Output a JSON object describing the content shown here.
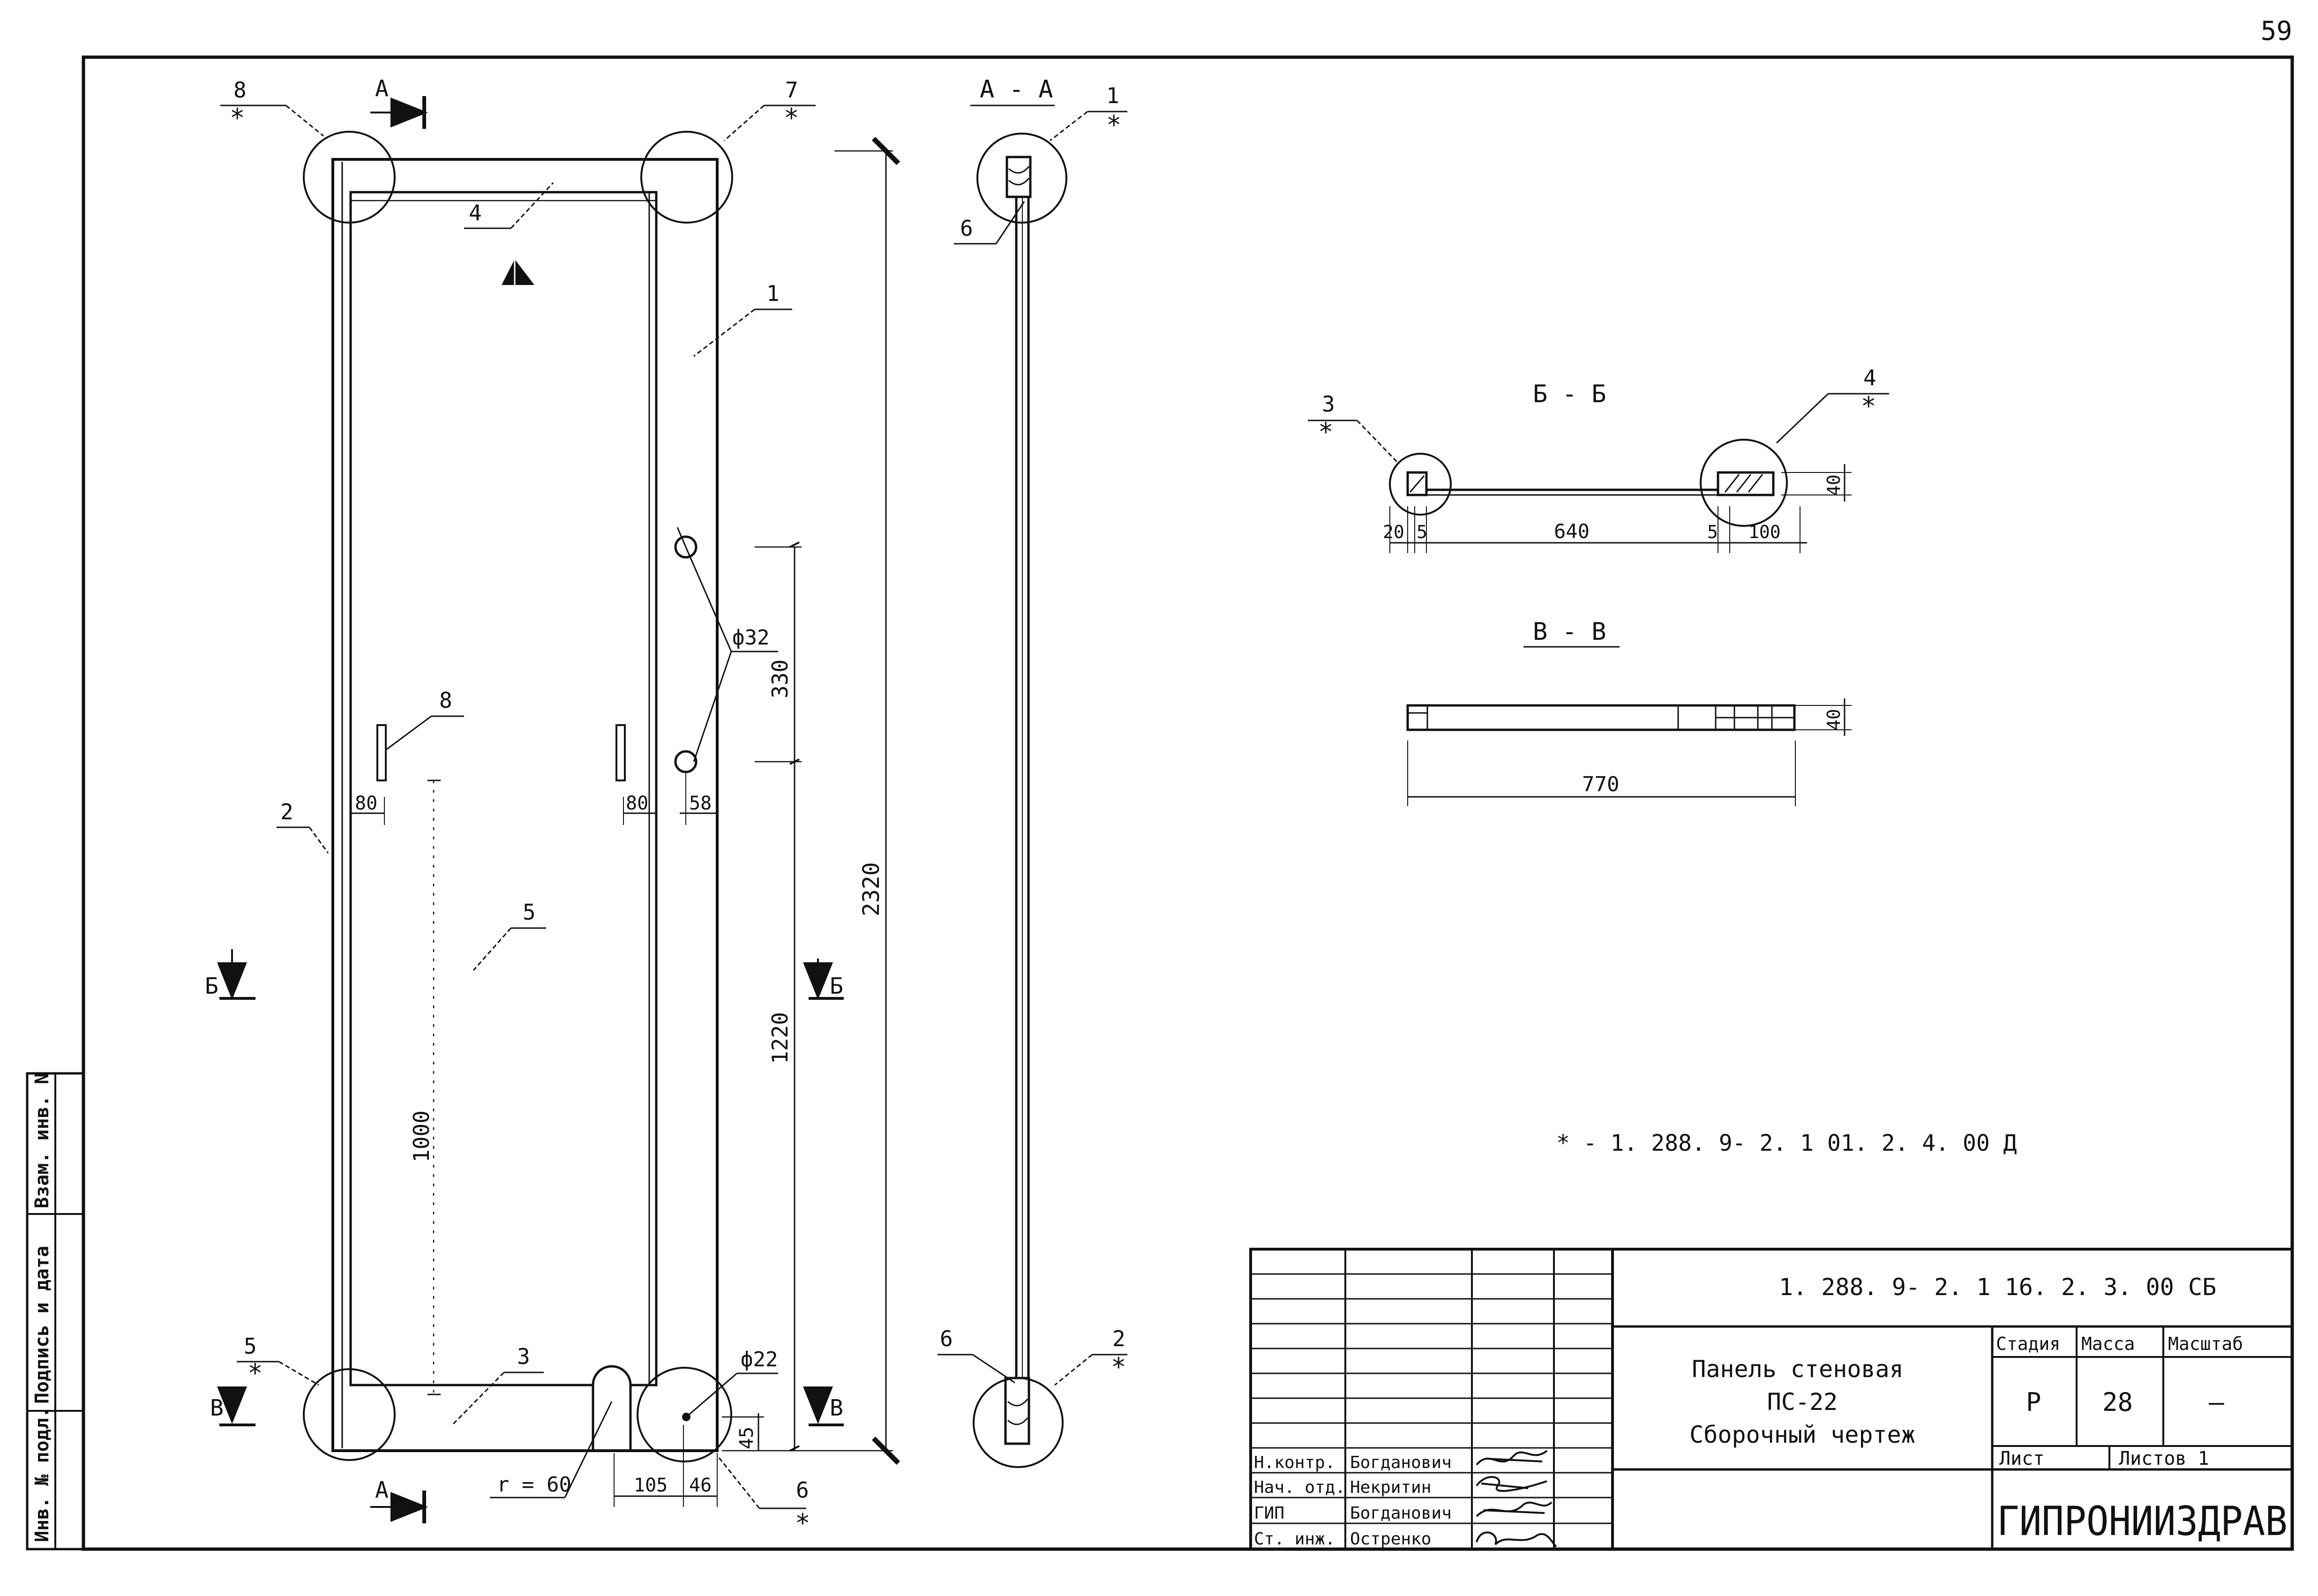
{
  "sheet_number": "59",
  "section_titles": {
    "aa": "А - А",
    "bb": "Б - Б",
    "vv": "В - В"
  },
  "section_marks": {
    "a_top": "А",
    "a_bottom": "А",
    "b_left": "Б",
    "b_right": "Б",
    "v_left": "В",
    "v_right": "В"
  },
  "callouts": {
    "c8_top": "8",
    "c7": "7",
    "c4_top": "4",
    "c1": "1",
    "c2_left": "2",
    "c8_mid": "8",
    "c5_mid": "5",
    "c3": "3",
    "c5_bottom": "5",
    "c6_bottom": "6",
    "aa_c1": "1",
    "aa_c6_top": "6",
    "aa_c6_bottom": "6",
    "aa_c2": "2",
    "bb_c3": "3",
    "bb_c4": "4"
  },
  "star": "*",
  "dimensions": {
    "overall_height": "2320",
    "d1220": "1220",
    "d330": "330",
    "d1000": "1000",
    "d80_left": "80",
    "d80_right": "80",
    "d58": "58",
    "d45": "45",
    "d105": "105",
    "d46": "46",
    "radius": "r = 60",
    "hole32": "ф32",
    "hole22": "ф22",
    "bb_20": "20",
    "bb_5a": "5",
    "bb_640": "640",
    "bb_5b": "5",
    "bb_100": "100",
    "bb_40": "40",
    "vv_770": "770",
    "vv_40": "40"
  },
  "reference_note": "* - 1. 288. 9- 2. 1  01. 2. 4. 00  Д",
  "side_stamp": {
    "cell1": "Инв. № подл.",
    "cell2": "Подпись и дата",
    "cell3": "Взам. инв. N"
  },
  "title_block": {
    "doc_code": "1. 288. 9- 2. 1  16. 2. 3. 00  СБ",
    "title_line1": "Панель стеновая",
    "title_line2": "ПС-22",
    "title_line3": "Сборочный чертеж",
    "col_stage": "Стадия",
    "col_mass": "Масса",
    "col_scale": "Масштаб",
    "stage": "Р",
    "mass": "28",
    "scale": "—",
    "sheet_label": "Лист",
    "sheets_label": "Листов 1",
    "org": "ГИПРОНИИЗДРАВ",
    "staff": [
      {
        "role": "Н.контр.",
        "name": "Богданович"
      },
      {
        "role": "Нач. отд.",
        "name": "Некритин"
      },
      {
        "role": "ГИП",
        "name": "Богданович"
      },
      {
        "role": "Ст. инж.",
        "name": "Остренко"
      }
    ]
  }
}
